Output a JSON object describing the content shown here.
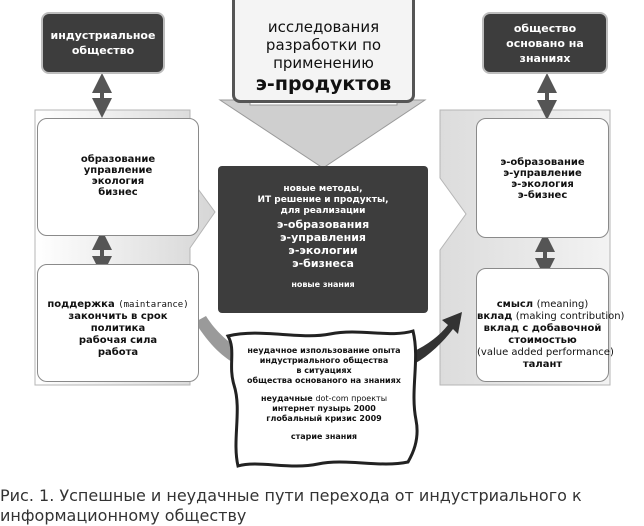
{
  "left": {
    "header": "индустриальное общество",
    "top_panel": [
      "образование",
      "управление",
      "экология",
      "бизнес"
    ],
    "bottom_panel": {
      "line1_bold": "поддержка",
      "line1_note": "(maintarance)",
      "lines": [
        "закончить в срок",
        "политика",
        "рабочая сила",
        "работа"
      ]
    }
  },
  "right": {
    "header": "общество основано на знаниях",
    "top_panel": [
      "э-образование",
      "э-управление",
      "э-экология",
      "э-бизнес"
    ],
    "bottom_panel": {
      "line1_bold": "смысл",
      "line1_note": "(meaning)",
      "line2_bold": "вклад",
      "line2_note": "(making contribution)",
      "line3": "вклад с добавочной",
      "line4": "стоимостью",
      "line5_note": "(value added performance)",
      "line6": "талант"
    }
  },
  "top_center": {
    "lines": [
      "исследования",
      "разработки по",
      "применению"
    ],
    "big": "э-продуктов"
  },
  "center": {
    "small_lines": [
      "новые методы,",
      "ИТ решение и продукты,",
      "для реализации"
    ],
    "big_lines": [
      "э-образования",
      "э-управления",
      "э-экологии",
      "э-бизнеса"
    ],
    "footer": "новые знания"
  },
  "failure": {
    "block1": [
      "неудачное изпользование опыта",
      "индустриального общества",
      "в ситуациях",
      "общества основаного на знаниях"
    ],
    "block2_line1_bold": "неудачные",
    "block2_line1_rest": "dot-com проекты",
    "block2": [
      "интернет пузырь 2000",
      "глобальный кризис 2009"
    ],
    "footer": "старие знания"
  },
  "caption": {
    "line1": "Рис. 1. Успешные и неудачные пути перехода от индустриального к",
    "line2": "информационному обществу"
  }
}
